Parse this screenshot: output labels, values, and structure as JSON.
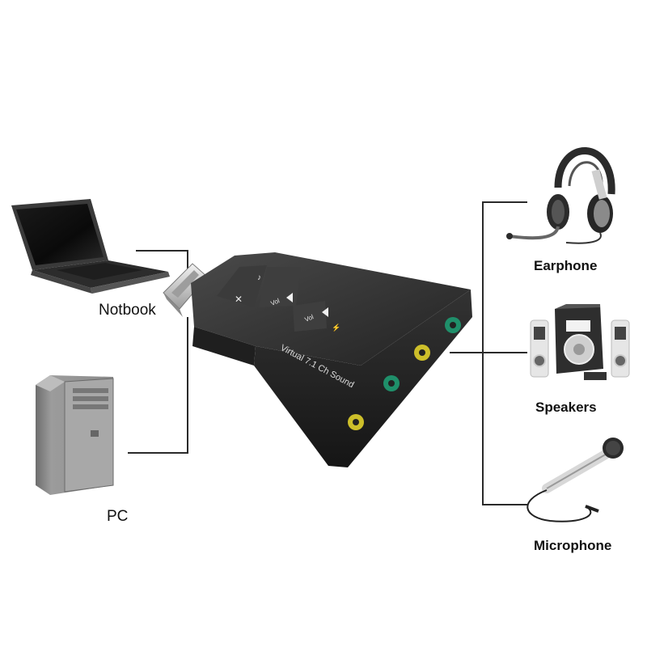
{
  "devices": {
    "laptop": {
      "label": "Notbook"
    },
    "pc": {
      "label": "PC"
    },
    "earphone": {
      "label": "Earphone"
    },
    "speakers": {
      "label": "Speakers"
    },
    "microphone": {
      "label": "Microphone"
    }
  },
  "sound_card": {
    "text": "Virtual 7.1 Ch Sound",
    "vol_label": "Vol",
    "body_color": "#2b2b2b",
    "port_colors": [
      "#cdbf2a",
      "#1f8f6a",
      "#cdbf2a",
      "#1f8f6a"
    ]
  },
  "line_color": "#2a2a2a"
}
